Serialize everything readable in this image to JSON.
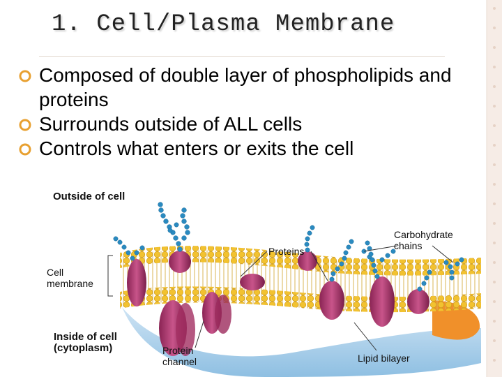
{
  "slide": {
    "title": "1. Cell/Plasma Membrane",
    "bullets": [
      "Composed of double layer of phospholipids and proteins",
      "Surrounds outside of ALL cells",
      "Controls what enters or exits the cell"
    ]
  },
  "figure": {
    "labels": {
      "outside": "Outside of cell",
      "proteins": "Proteins",
      "carbohydrate": "Carbohydrate chains",
      "cell_membrane": "Cell membrane",
      "inside": "Inside of cell (cytoplasm)",
      "protein_channel": "Protein channel",
      "lipid_bilayer": "Lipid bilayer"
    }
  },
  "colors": {
    "accent": "#e8a030",
    "title": "#222222",
    "lipid_head": "#f2c230",
    "protein": "#b0356a",
    "carbohydrate": "#2a8ac0",
    "cytoplasm": "#9ec8e6"
  },
  "icons": {
    "bullet": "circle-hollow-icon",
    "border": "decorative-right-border"
  }
}
